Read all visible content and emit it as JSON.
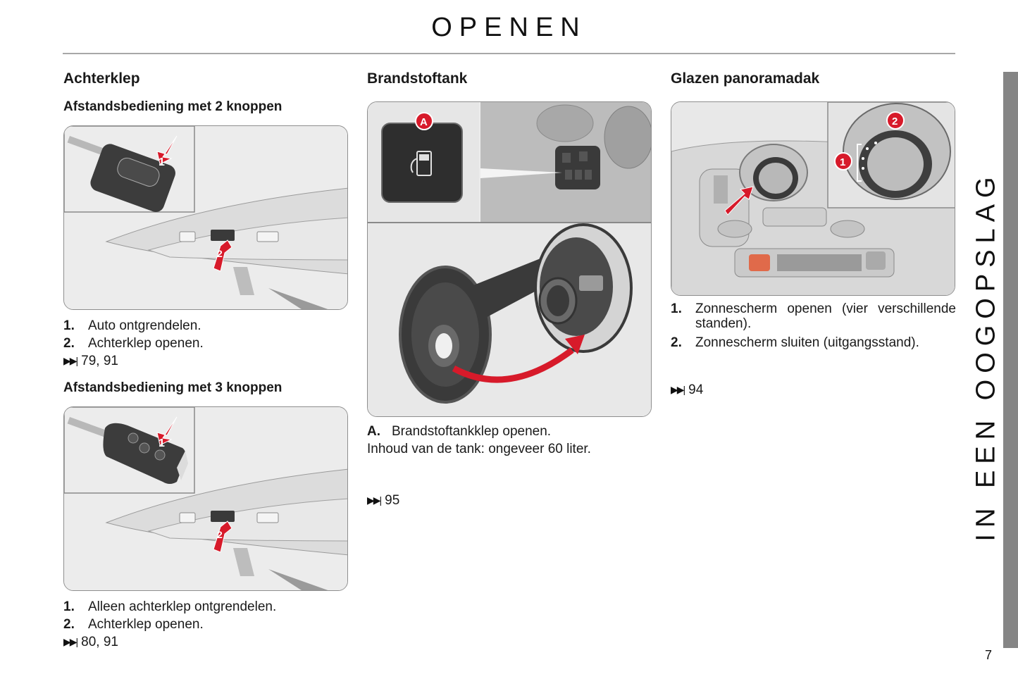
{
  "page": {
    "title": "OPENEN",
    "side_label": "IN EEN OOGOPSLAG",
    "page_number": "7"
  },
  "colors": {
    "accent_red": "#d71a2a",
    "rule_gray": "#a8a8a8",
    "side_bar_gray": "#858585"
  },
  "sections": {
    "achterklep": {
      "title": "Achterklep",
      "sub1": {
        "title": "Afstandsbediening met 2 knoppen",
        "figure_labels": [
          "1",
          "2"
        ],
        "steps": [
          {
            "num": "1.",
            "text": "Auto ontgrendelen."
          },
          {
            "num": "2.",
            "text": "Achterklep openen."
          }
        ],
        "ref_icon": "page-reference-icon",
        "ref": "79, 91"
      },
      "sub2": {
        "title": "Afstandsbediening met 3 knoppen",
        "figure_labels": [
          "1",
          "2"
        ],
        "steps": [
          {
            "num": "1.",
            "text": "Alleen achterklep ontgrendelen."
          },
          {
            "num": "2.",
            "text": "Achterklep openen."
          }
        ],
        "ref_icon": "page-reference-icon",
        "ref": "80, 91"
      }
    },
    "brandstoftank": {
      "title": "Brandstoftank",
      "figure_labels": [
        "A"
      ],
      "steps": [
        {
          "num": "A.",
          "text": "Brandstoftankklep openen."
        }
      ],
      "note": "Inhoud van de tank: ongeveer 60 liter.",
      "ref_icon": "page-reference-icon",
      "ref": "95"
    },
    "panoramadak": {
      "title": "Glazen panoramadak",
      "figure_labels": [
        "1",
        "2"
      ],
      "steps": [
        {
          "num": "1.",
          "text": "Zonnescherm openen (vier verschillende standen)."
        },
        {
          "num": "2.",
          "text": "Zonnescherm sluiten (uitgangsstand)."
        }
      ],
      "ref_icon": "page-reference-icon",
      "ref": "94"
    }
  }
}
